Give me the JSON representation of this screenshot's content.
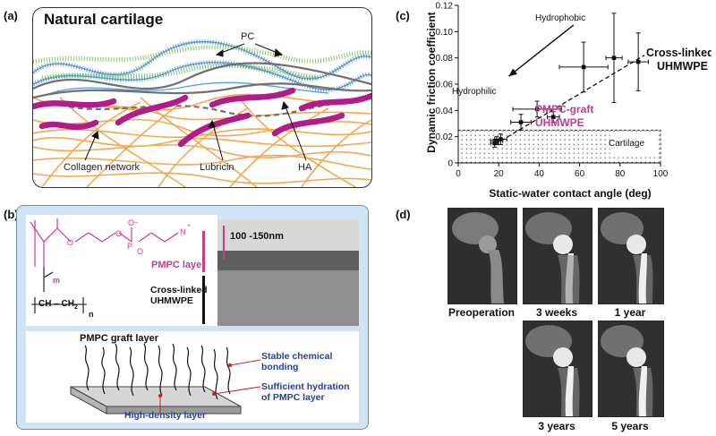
{
  "panel_a": {
    "label": "(a)",
    "title": "Natural cartilage",
    "labels": {
      "pc": "PC",
      "collagen": "Collagen network",
      "lubricin": "Lubricin",
      "ha": "HA"
    }
  },
  "panel_b": {
    "label": "(b)",
    "subscript_m": "m",
    "subscript_n": "n",
    "backbone": "CH – CH",
    "backbone_sub": "2",
    "pmpc_layer": "PMPC layer",
    "thickness": "100 -150nm",
    "crosslinked_line1": "Cross-linked",
    "crosslinked_line2": "UHMWPE",
    "graft_title": "PMPC graft layer",
    "stable_line1": "Stable chemical",
    "stable_line2": "bonding",
    "hydration_line1": "Sufficient hydration",
    "hydration_line2": "of PMPC layer",
    "density": "High-density layer"
  },
  "panel_c": {
    "label": "(c)",
    "annotations": {
      "hydrophobic": "Hydrophobic",
      "hydrophilic": "Hydrophilic",
      "pmpc_line1": "PMPC-graft",
      "pmpc_line2": "UHMWPE",
      "cl_line1": "Cross-linked",
      "cl_line2": "UHMWPE",
      "cartilage": "Cartilage"
    },
    "colors": {
      "pmpc": "#c0408f",
      "text": "#111111"
    }
  },
  "chart_data": {
    "type": "scatter",
    "title": "",
    "xlabel": "Static-water contact angle (deg)",
    "ylabel": "Dynamic friction coefficient",
    "xlim": [
      0,
      100
    ],
    "ylim": [
      0,
      0.12
    ],
    "xticks": [
      "0",
      "20",
      "40",
      "60",
      "80",
      "100"
    ],
    "yticks": [
      "0",
      "0.02",
      "0.04",
      "0.06",
      "0.08",
      "0.10",
      "0.12"
    ],
    "points": [
      {
        "x": 18,
        "y": 0.015,
        "xerr": 2,
        "yerr": 0.003
      },
      {
        "x": 19,
        "y": 0.017,
        "xerr": 3,
        "yerr": 0.003
      },
      {
        "x": 21,
        "y": 0.018,
        "xerr": 3,
        "yerr": 0.004
      },
      {
        "x": 31,
        "y": 0.031,
        "xerr": 5,
        "yerr": 0.006
      },
      {
        "x": 39,
        "y": 0.041,
        "xerr": 12,
        "yerr": 0.006
      },
      {
        "x": 47,
        "y": 0.035,
        "xerr": 3,
        "yerr": 0.004
      },
      {
        "x": 62,
        "y": 0.073,
        "xerr": 12,
        "yerr": 0.019
      },
      {
        "x": 77,
        "y": 0.08,
        "xerr": 4,
        "yerr": 0.034
      },
      {
        "x": 89,
        "y": 0.077,
        "xerr": 5,
        "yerr": 0.022
      }
    ],
    "trend": {
      "from": [
        18,
        0.014
      ],
      "to": [
        92,
        0.082
      ]
    },
    "cartilage_region": {
      "x": [
        0,
        100
      ],
      "y": [
        0,
        0.025
      ]
    },
    "arrow": {
      "from": [
        57,
        0.105
      ],
      "to": [
        25,
        0.066
      ]
    },
    "grid": false,
    "legend": "none"
  },
  "panel_d": {
    "label": "(d)",
    "captions": [
      "Preoperation",
      "3 weeks",
      "1 year",
      "3 years",
      "5 years"
    ]
  }
}
